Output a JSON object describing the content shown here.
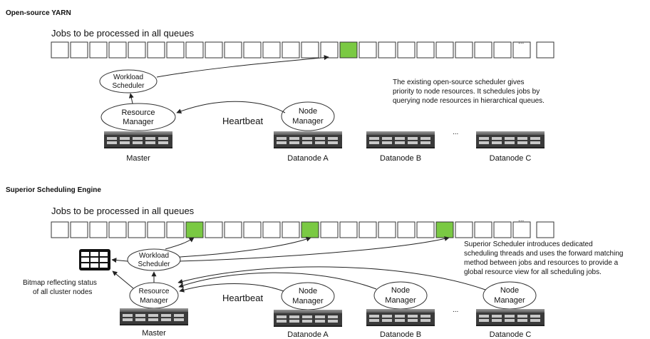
{
  "top": {
    "section_title": "Open-source YARN",
    "queue_label": "Jobs to be processed in all queues",
    "queue_ellipsis": "...",
    "queue_highlight": [
      15
    ],
    "workload_scheduler": [
      "Workload",
      "Scheduler"
    ],
    "resource_manager": [
      "Resource",
      "Manager"
    ],
    "node_manager": [
      "Node",
      "Manager"
    ],
    "heartbeat": "Heartbeat",
    "note": [
      "The existing open-source scheduler gives",
      "priority to node resources. It schedules jobs by",
      "querying node resources in hierarchical queues."
    ],
    "server_ellipsis": "...",
    "master_label": "Master",
    "datanodes": [
      "Datanode A",
      "Datanode B",
      "Datanode C"
    ]
  },
  "bottom": {
    "section_title": "Superior Scheduling  Engine",
    "queue_label": "Jobs to be processed in all queues",
    "queue_ellipsis": "...",
    "queue_highlight": [
      7,
      13,
      20
    ],
    "workload_scheduler": [
      "Workload",
      "Scheduler"
    ],
    "resource_manager": [
      "Resource",
      "Manager"
    ],
    "node_manager": [
      "Node",
      "Manager"
    ],
    "heartbeat": "Heartbeat",
    "bitmap_label": [
      "Bitmap reflecting status",
      "of all cluster nodes"
    ],
    "note": [
      "Superior Scheduler introduces dedicated",
      "scheduling threads and uses the forward matching",
      "method between jobs and resources to provide a",
      "global resource view for all scheduling jobs."
    ],
    "server_ellipsis": "...",
    "master_label": "Master",
    "datanodes": [
      "Datanode A",
      "Datanode B",
      "Datanode C"
    ]
  },
  "colors": {
    "highlight": "#7ac943",
    "stroke": "#333333",
    "server_dark": "#3a3a3a"
  }
}
